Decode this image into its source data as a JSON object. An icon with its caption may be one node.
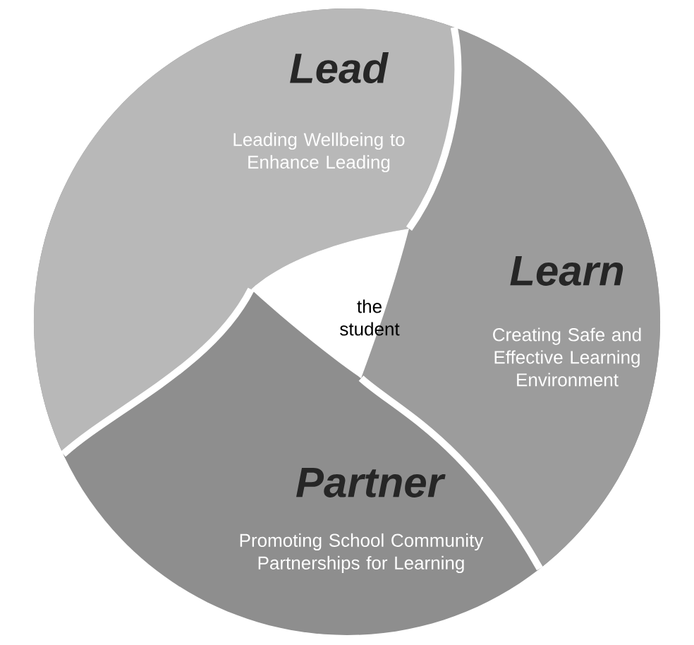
{
  "diagram": {
    "nodes": [
      {
        "text": [
          "Lead",
          "Leading Wellbeing to Enhance Leading"
        ]
      },
      {
        "text": [
          "Learn",
          "Creating Safe and Effective Learning Environment"
        ]
      },
      {
        "text": [
          "Partner",
          "Promoting School Community Partnerships for Learning"
        ]
      },
      {
        "text": [
          "the student"
        ]
      }
    ]
  }
}
